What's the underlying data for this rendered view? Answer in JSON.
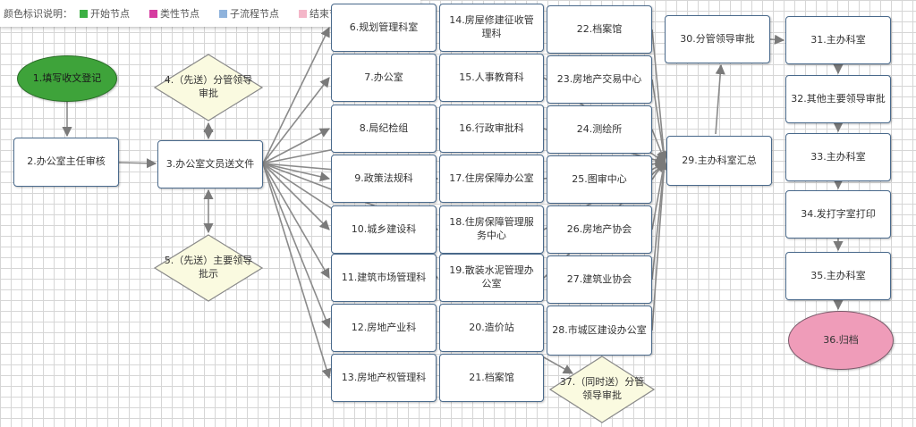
{
  "legend": {
    "title": "颜色标识说明：",
    "items": [
      {
        "label": "开始节点",
        "color": "#3cb043"
      },
      {
        "label": "类性节点",
        "color": "#d63ca0"
      },
      {
        "label": "子流程节点",
        "color": "#8fb3dc"
      },
      {
        "label": "结束节点",
        "color": "#f4b6c8"
      }
    ]
  },
  "nodes": {
    "n1": "1.填写收文登记",
    "n2": "2.办公室主任审核",
    "n3": "3.办公室文员送文件",
    "n4": "4.（先送）分管领导审批",
    "n5": "5.（先送）主要领导批示",
    "n6": "6.规划管理科室",
    "n7": "7.办公室",
    "n8": "8.局纪检组",
    "n9": "9.政策法规科",
    "n10": "10.城乡建设科",
    "n11": "11.建筑市场管理科",
    "n12": "12.房地产业科",
    "n13": "13.房地产权管理科",
    "n14": "14.房屋修建征收管理科",
    "n15": "15.人事教育科",
    "n16": "16.行政审批科",
    "n17": "17.住房保障办公室",
    "n18": "18.住房保障管理服务中心",
    "n19": "19.散装水泥管理办公室",
    "n20": "20.造价站",
    "n21": "21.档案馆",
    "n22": "22.档案馆",
    "n23": "23.房地产交易中心",
    "n24": "24.测绘所",
    "n25": "25.图审中心",
    "n26": "26.房地产协会",
    "n27": "27.建筑业协会",
    "n28": "28.市城区建设办公室",
    "n29": "29.主办科室汇总",
    "n30": "30.分管领导审批",
    "n31": "31.主办科室",
    "n32": "32.其他主要领导审批",
    "n33": "33.主办科室",
    "n34": "34.发打字室打印",
    "n35": "35.主办科室",
    "n36": "36.归档",
    "n37": "37.（同时送）分管领导审批"
  },
  "colors": {
    "edge": "#7a7a7a",
    "border": "#4a6a8c",
    "diamond_fill": "#fafae0"
  }
}
